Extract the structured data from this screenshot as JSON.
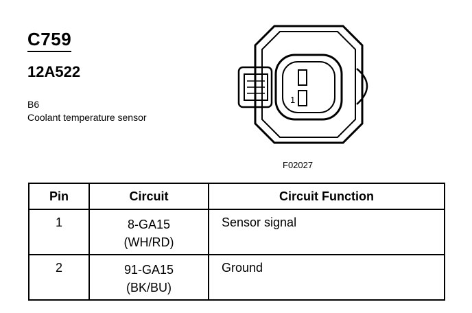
{
  "connector": {
    "id": "C759",
    "part_number": "12A522",
    "location": "B6",
    "description": "Coolant temperature sensor"
  },
  "figure": {
    "code": "F02027",
    "pin_label": "1"
  },
  "table": {
    "headers": [
      "Pin",
      "Circuit",
      "Circuit Function"
    ],
    "rows": [
      {
        "pin": "1",
        "circuit_line1": "8-GA15",
        "circuit_line2": "(WH/RD)",
        "function": "Sensor signal"
      },
      {
        "pin": "2",
        "circuit_line1": "91-GA15",
        "circuit_line2": "(BK/BU)",
        "function": "Ground"
      }
    ]
  }
}
